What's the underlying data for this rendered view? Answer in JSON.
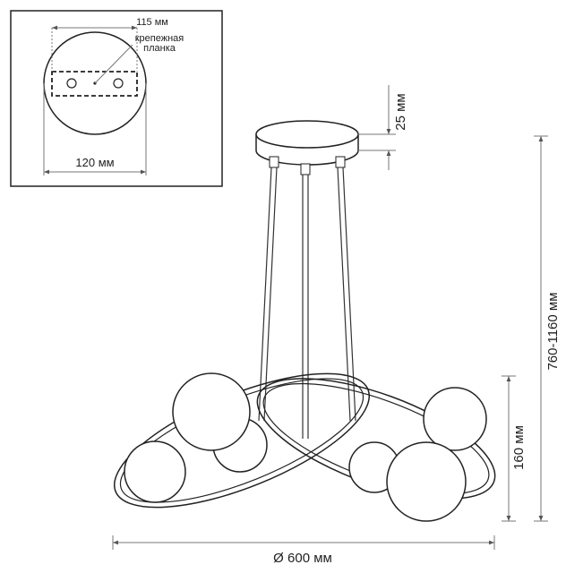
{
  "inset": {
    "plate_width_label": "115 мм",
    "plate_name_line1": "крепежная",
    "plate_name_line2": "планка",
    "canopy_diameter_label": "120 мм"
  },
  "dimensions": {
    "canopy_height": "25 мм",
    "total_height": "760-1160 мм",
    "body_height": "160 мм",
    "diameter": "Ø 600 мм"
  }
}
